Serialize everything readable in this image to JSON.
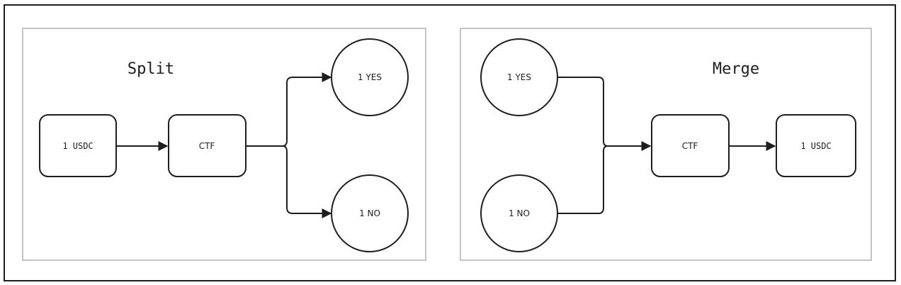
{
  "split": {
    "title": "Split",
    "usdc": "1 USDC",
    "ctf": "CTF",
    "yes": "1 YES",
    "no": "1 NO"
  },
  "merge": {
    "title": "Merge",
    "yes": "1 YES",
    "no": "1 NO",
    "ctf": "CTF",
    "usdc": "1 USDC"
  },
  "colors": {
    "stroke": "#1e1e1e",
    "panel_border": "#c4c4c4",
    "background": "#ffffff"
  }
}
